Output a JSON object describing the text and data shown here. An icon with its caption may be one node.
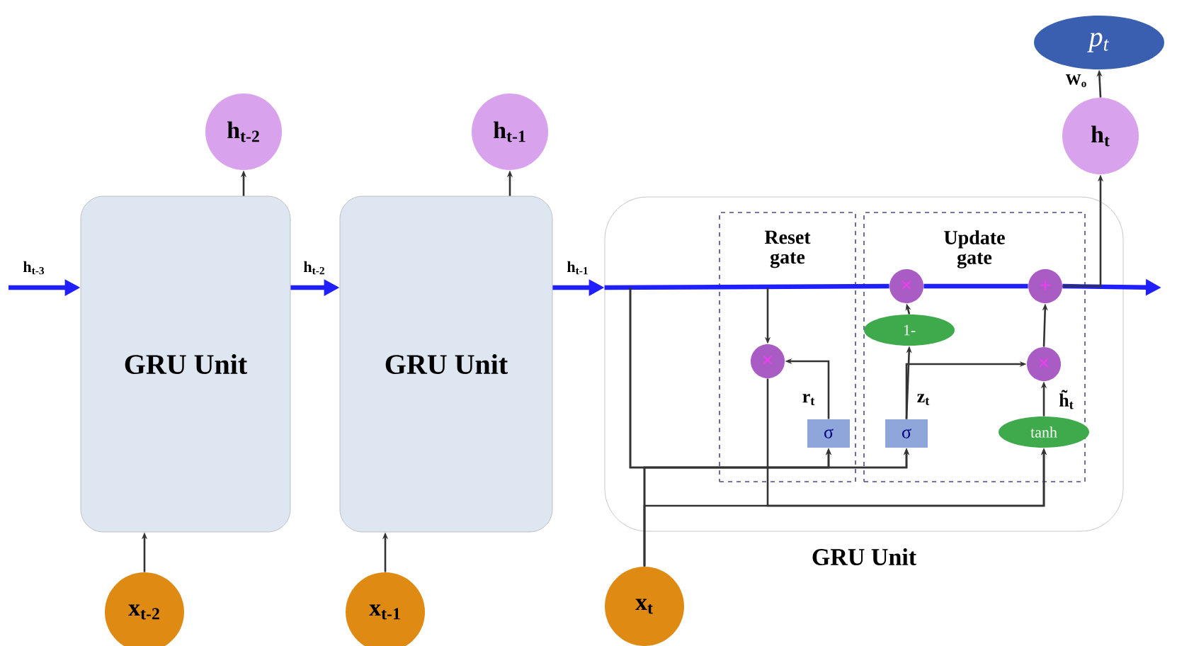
{
  "diagram": {
    "nodes": [
      {
        "text": [
          "GRU Unit"
        ]
      },
      {
        "text": [
          "GRU Unit"
        ]
      },
      {
        "text": [
          "GRU Unit"
        ]
      },
      {
        "text": [
          "Reset gate"
        ],
        "in": 2
      },
      {
        "text": [
          "Update gate"
        ],
        "in": 2
      },
      {
        "text": [
          "h$_{t-2}$"
        ]
      },
      {
        "text": [
          "h$_{t-1}$"
        ]
      },
      {
        "text": [
          "h$_{t}$"
        ]
      },
      {
        "text": [
          "p$_{t}$"
        ]
      },
      {
        "text": [
          "x$_{t-2}$"
        ]
      },
      {
        "text": [
          "x$_{t-1}$"
        ]
      },
      {
        "text": [
          "x$_{t}$"
        ]
      },
      {
        "text": [
          "×"
        ],
        "in": 3
      },
      {
        "text": [
          "σ"
        ],
        "in": 3
      },
      {
        "text": [
          "×"
        ],
        "in": 4
      },
      {
        "text": [
          "1-"
        ],
        "in": 4
      },
      {
        "text": [
          "σ"
        ],
        "in": 4
      },
      {
        "text": [
          "×"
        ],
        "in": 4
      },
      {
        "text": [
          "+"
        ],
        "in": 4
      },
      {
        "text": [
          "tanh"
        ],
        "in": 4
      }
    ],
    "edges": [
      {
        "from": null,
        "to": 0,
        "arrow": "to",
        "label": "h$_{t-3}$",
        "style": "thick",
        "color": "#1f1fff"
      },
      {
        "from": 0,
        "to": 1,
        "arrow": "to",
        "label": "h$_{t-2}$",
        "style": "thick",
        "color": "#1f1fff"
      },
      {
        "from": 1,
        "to": 2,
        "arrow": "to",
        "label": "h$_{t-1}$",
        "style": "thick",
        "color": "#1f1fff"
      },
      {
        "from": 0,
        "to": 5,
        "arrow": "to"
      },
      {
        "from": 1,
        "to": 6,
        "arrow": "to"
      },
      {
        "from": 9,
        "to": 0,
        "arrow": "to"
      },
      {
        "from": 10,
        "to": 1,
        "arrow": "to"
      },
      {
        "from": 2,
        "to": 14,
        "arrow": "none",
        "style": "thick",
        "color": "#1f1fff"
      },
      {
        "from": 14,
        "to": 18,
        "arrow": "none",
        "style": "thick",
        "color": "#1f1fff"
      },
      {
        "from": 18,
        "to": null,
        "arrow": "to",
        "style": "thick",
        "color": "#1f1fff"
      },
      {
        "from": null,
        "to": 12,
        "arrow": "to"
      },
      {
        "from": null,
        "to": 13,
        "arrow": "to"
      },
      {
        "from": null,
        "to": 16,
        "arrow": "to"
      },
      {
        "from": 11,
        "to": 13,
        "arrow": "to"
      },
      {
        "from": 11,
        "to": 16,
        "arrow": "to"
      },
      {
        "from": 11,
        "to": 19,
        "arrow": "to"
      },
      {
        "from": 12,
        "to": 19,
        "arrow": "to"
      },
      {
        "from": 13,
        "to": 12,
        "arrow": "to"
      },
      {
        "from": 16,
        "to": 15,
        "arrow": "to"
      },
      {
        "from": 16,
        "to": 17,
        "arrow": "to"
      },
      {
        "from": 15,
        "to": 14,
        "arrow": "to"
      },
      {
        "from": 19,
        "to": 17,
        "arrow": "to"
      },
      {
        "from": 17,
        "to": 18,
        "arrow": "to"
      },
      {
        "from": 18,
        "to": 7,
        "arrow": "to"
      },
      {
        "from": 7,
        "to": 8,
        "arrow": "to",
        "label": "W$_{o}$"
      }
    ],
    "labels": [
      "r$_{t}$",
      "z$_{t}$",
      "h̃$_{t}$"
    ]
  }
}
